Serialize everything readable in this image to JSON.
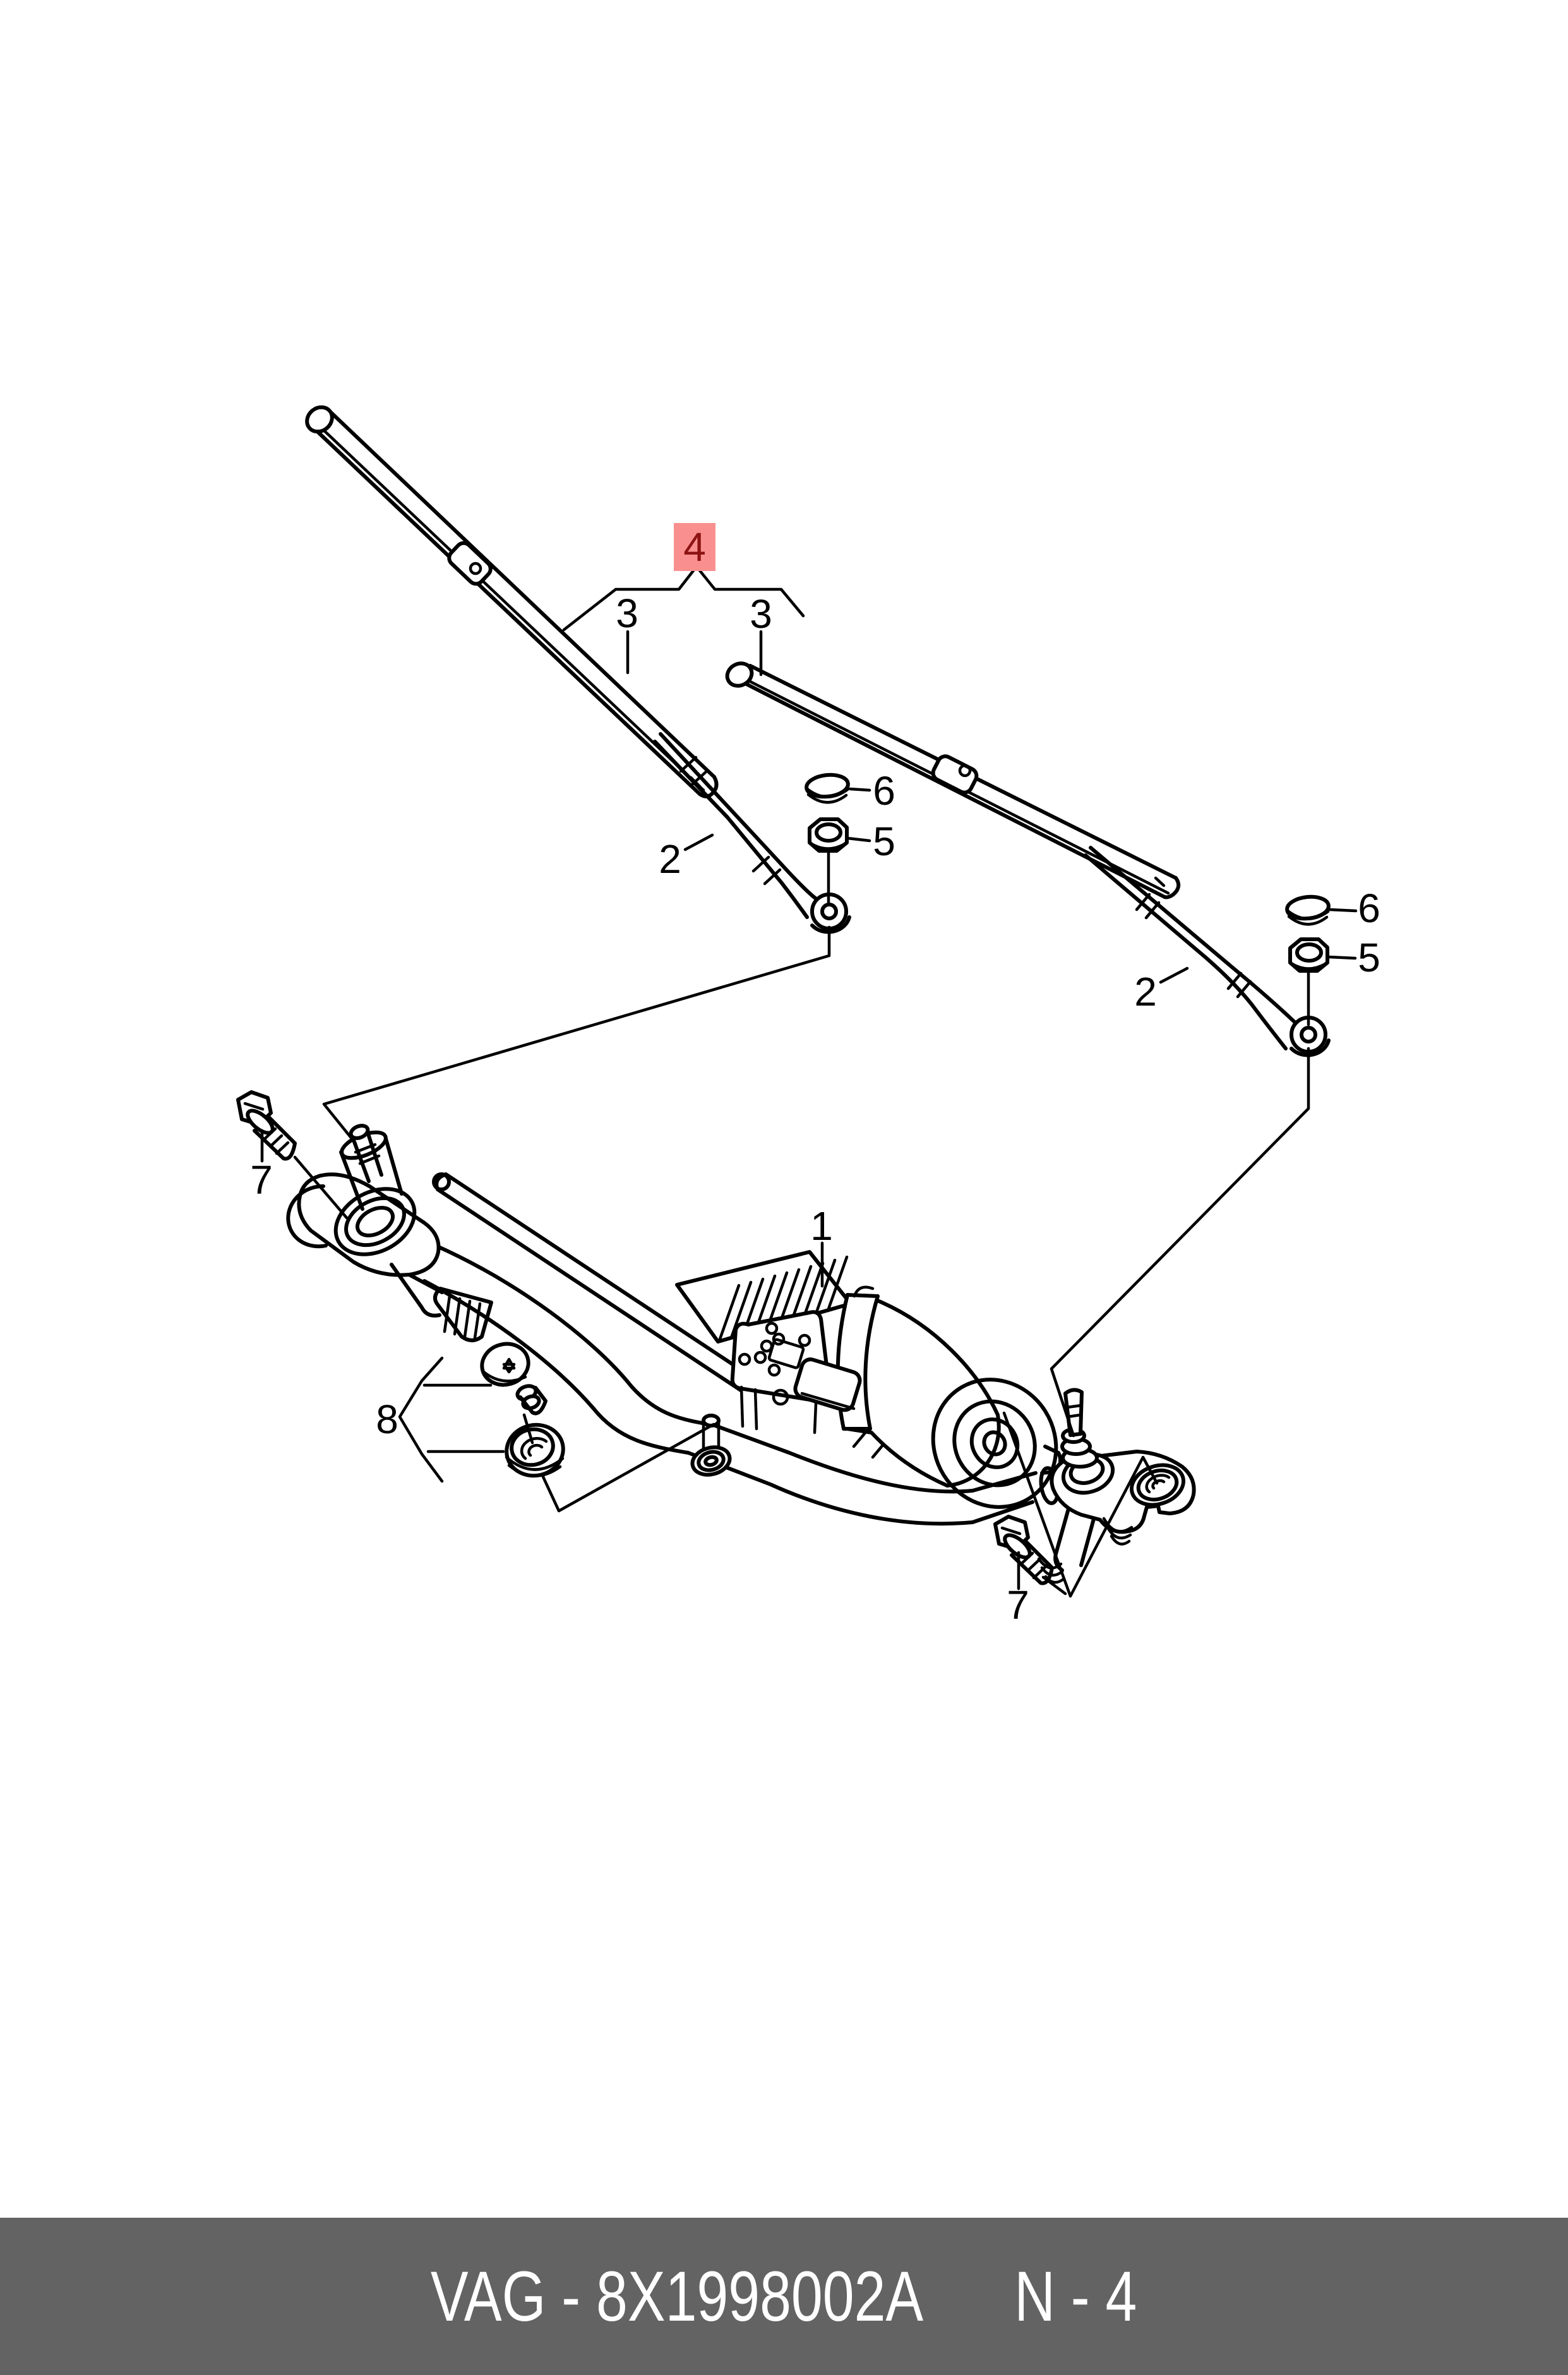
{
  "page": {
    "background": "#ffffff"
  },
  "diagram": {
    "stroke_color": "#000000",
    "highlight": {
      "background": "#f9908f",
      "text_color": "#8d1313"
    },
    "callouts": [
      {
        "label": "1"
      },
      {
        "label": "2"
      },
      {
        "label": "2"
      },
      {
        "label": "3"
      },
      {
        "label": "3"
      },
      {
        "label": "4",
        "highlighted": true
      },
      {
        "label": "5"
      },
      {
        "label": "5"
      },
      {
        "label": "6"
      },
      {
        "label": "6"
      },
      {
        "label": "7"
      },
      {
        "label": "7"
      },
      {
        "label": "8"
      }
    ]
  },
  "footer": {
    "background": "#636363",
    "text_color": "#ffffff",
    "part_code": "VAG - 8X1998002A",
    "page_ref": "N - 4"
  }
}
